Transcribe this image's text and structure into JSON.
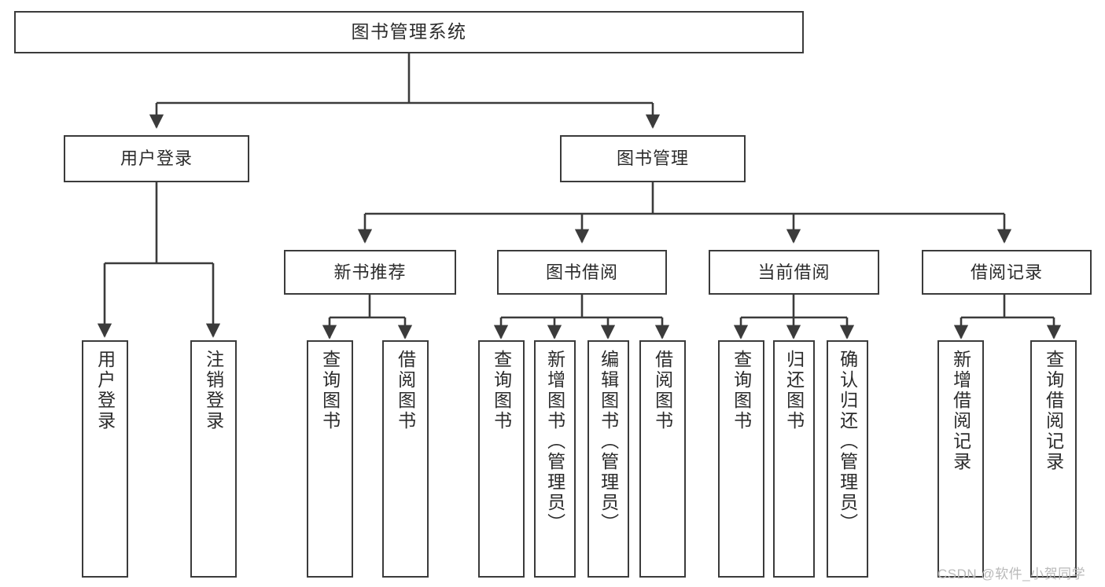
{
  "diagram": {
    "title": "图书管理系统",
    "type": "tree",
    "root": {
      "label": "图书管理系统"
    },
    "level2": [
      {
        "label": "用户登录"
      },
      {
        "label": "图书管理"
      }
    ],
    "level3": [
      {
        "label": "新书推荐"
      },
      {
        "label": "图书借阅"
      },
      {
        "label": "当前借阅"
      },
      {
        "label": "借阅记录"
      }
    ],
    "leaves": {
      "user_login": [
        {
          "label": "用户登录"
        },
        {
          "label": "注销登录"
        }
      ],
      "new_book_recommend": [
        {
          "label": "查询图书"
        },
        {
          "label": "借阅图书"
        }
      ],
      "book_borrow": [
        {
          "label": "查询图书"
        },
        {
          "label": "新增图书（管理员）"
        },
        {
          "label": "编辑图书（管理员）"
        },
        {
          "label": "借阅图书"
        }
      ],
      "current_borrow": [
        {
          "label": "查询图书"
        },
        {
          "label": "归还图书"
        },
        {
          "label": "确认归还（管理员）"
        }
      ],
      "borrow_record": [
        {
          "label": "新增借阅记录"
        },
        {
          "label": "查询借阅记录"
        }
      ]
    }
  },
  "watermark": {
    "text": "CSDN @软件_小贺同学"
  },
  "colors": {
    "border": "#3b3b3b",
    "text": "#2b2b2b",
    "background": "#ffffff",
    "watermark": "#b9b9b9"
  }
}
